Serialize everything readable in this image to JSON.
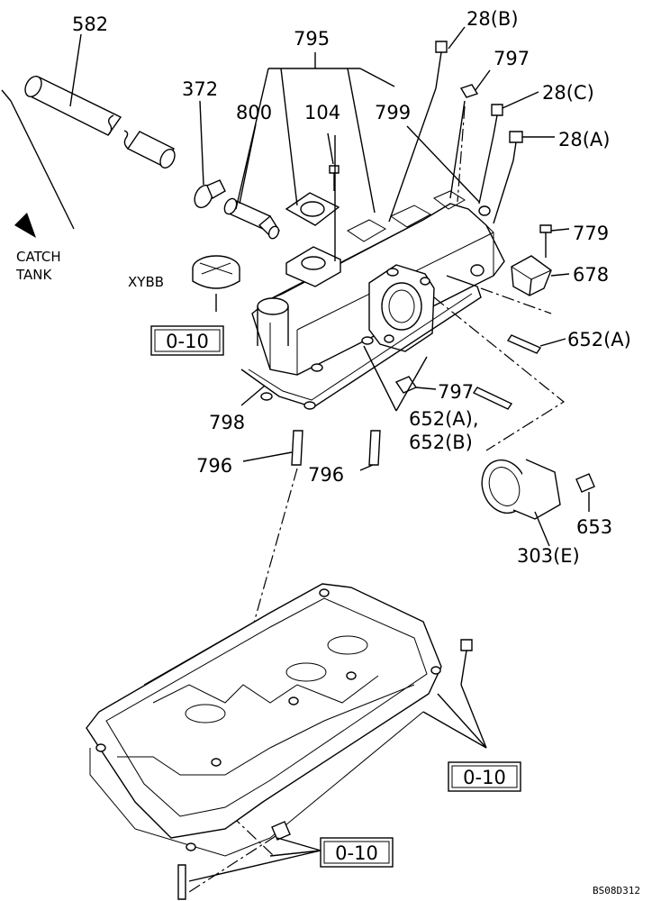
{
  "diagram": {
    "code": "BS08D312",
    "colors": {
      "ink": "#000000",
      "paper": "#ffffff"
    },
    "labels": {
      "p582": "582",
      "p372": "372",
      "p795": "795",
      "p800": "800",
      "p104": "104",
      "p799": "799",
      "p28b": "28(B)",
      "p797_top": "797",
      "p28c": "28(C)",
      "p28a": "28(A)",
      "p779": "779",
      "p678": "678",
      "p652a_right": "652(A)",
      "p797_mid": "797",
      "p652a_comma": "652(A),",
      "p652b": "652(B)",
      "p798": "798",
      "p796_left": "796",
      "p796_mid": "796",
      "p653": "653",
      "p303e": "303(E)",
      "xybb": "XYBB",
      "catch_tank_line1": "CATCH",
      "catch_tank_line2": "TANK"
    },
    "refboxes": {
      "ref_cap": "0-10",
      "ref_right": "0-10",
      "ref_bottom": "0-10"
    }
  }
}
